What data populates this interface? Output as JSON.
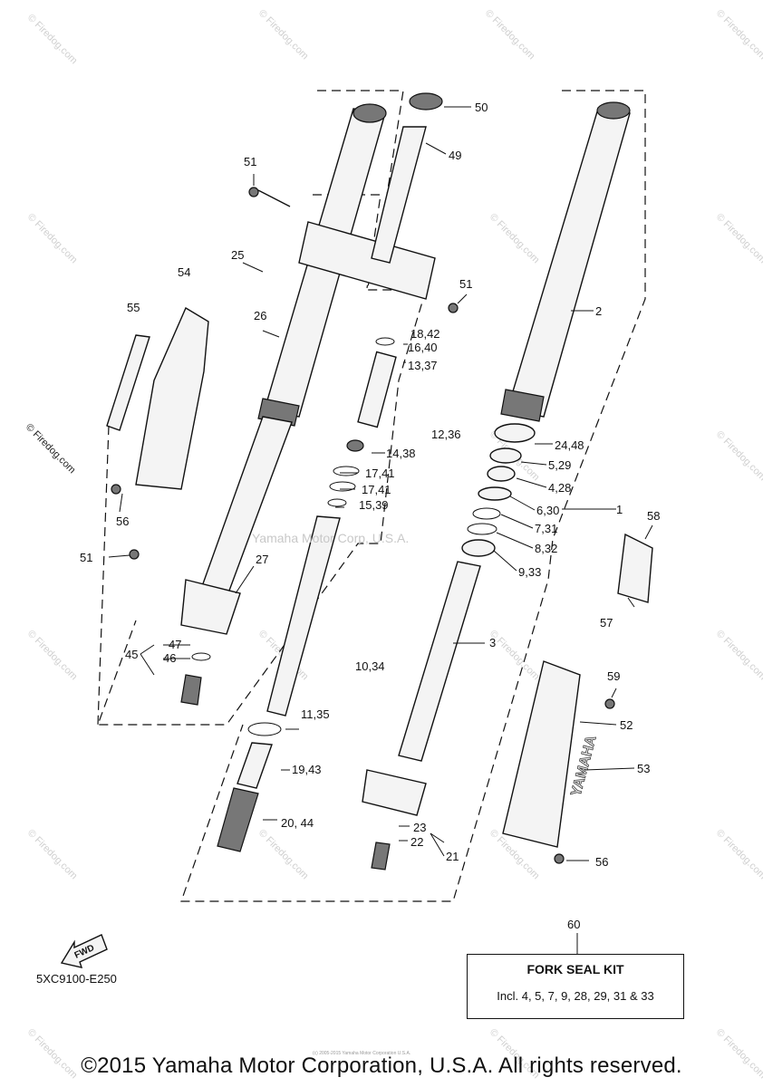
{
  "diagram": {
    "callouts": [
      "1",
      "2",
      "3",
      "4,28",
      "5,29",
      "6,30",
      "7,31",
      "8,32",
      "9,33",
      "10,34",
      "11,35",
      "12,36",
      "13,37",
      "14,38",
      "15,39",
      "16,40",
      "17,41",
      "17,41",
      "18,42",
      "19,43",
      "20, 44",
      "21",
      "22",
      "23",
      "24,48",
      "25",
      "26",
      "27",
      "45",
      "46",
      "47",
      "49",
      "50",
      "51",
      "51",
      "51",
      "52",
      "53",
      "54",
      "55",
      "56",
      "56",
      "57",
      "58",
      "59"
    ],
    "kit": {
      "number": "60",
      "title": "FORK SEAL KIT",
      "includes": "Incl. 4, 5, 7, 9, 28, 29, 31 & 33"
    },
    "diagram_code": "5XC9100-E250",
    "fwd_label": "FWD",
    "decal_text": "YAMAHA",
    "watermark": "© Firedog.com",
    "center_watermark": "Yamaha Motor Corp, U.S.A.",
    "small_copyright": "(c) 2005-2015 Yamaha Motor Corporation U.S.A.",
    "copyright": "©2015 Yamaha Motor Corporation, U.S.A. All rights reserved."
  }
}
